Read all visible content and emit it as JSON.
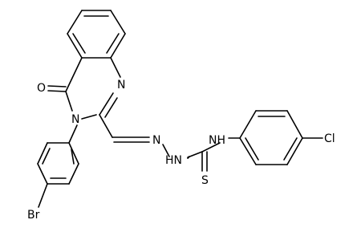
{
  "molecule": {
    "atom_labels": {
      "carbonyl_oxygen": "O",
      "ring_nitrogen_1": "N",
      "ring_nitrogen_3": "N",
      "imine_nitrogen": "N",
      "hydrazide_nh": "HN",
      "aryl_nh": "NH",
      "thione_sulfur": "S",
      "bromine": "Br",
      "chlorine": "Cl"
    }
  },
  "colors": {
    "bond": "#000000",
    "label": "#000000",
    "background": "#ffffff"
  }
}
